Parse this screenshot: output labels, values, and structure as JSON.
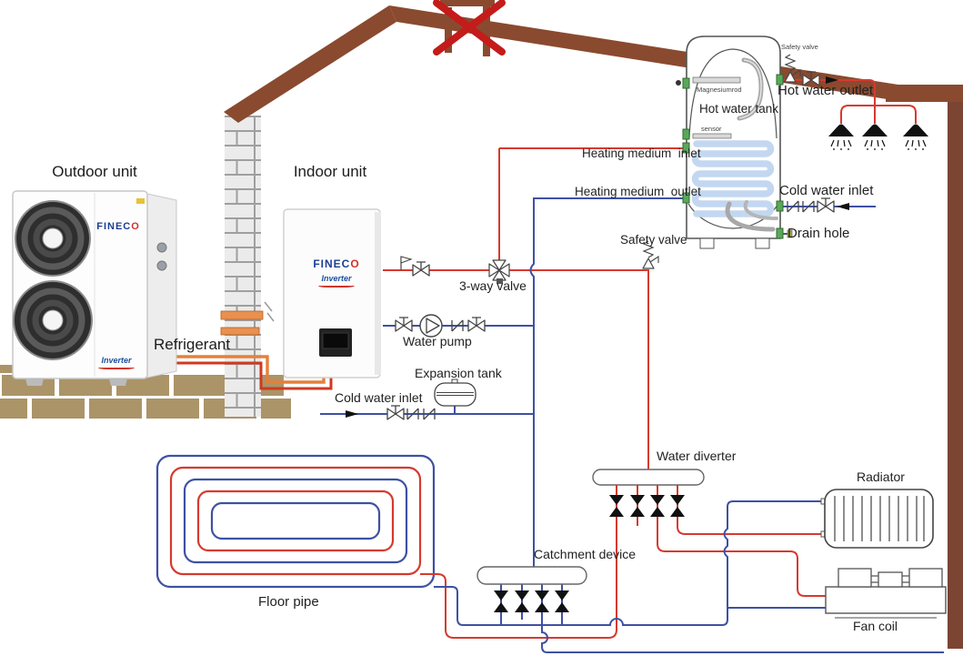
{
  "labels": {
    "outdoor_unit": "Outdoor unit",
    "indoor_unit": "Indoor unit",
    "refrigerant": "Refrigerant",
    "hot_water_tank": "Hot water tank",
    "magnesium_rod": "Magnesiumrod",
    "sensor": "sensor",
    "safety_valve_top": "Safety valve",
    "hot_water_outlet": "Hot water outlet",
    "cold_water_inlet_tank": "Cold water inlet",
    "drain_hole": "Drain hole",
    "heating_medium_inlet": "Heating medium  inlet",
    "heating_medium_outlet": "Heating medium  outlet",
    "safety_valve_mid": "Safety valve",
    "three_way_valve": "3-way valve",
    "water_pump": "Water pump",
    "expansion_tank": "Expansion tank",
    "cold_water_inlet_main": "Cold water inlet",
    "water_diverter": "Water diverter",
    "catchment_device": "Catchment device",
    "radiator": "Radiator",
    "fan_coil": "Fan coil",
    "floor_pipe": "Floor pipe"
  },
  "brand": {
    "name_prefix": "FINEC",
    "name_o": "O",
    "inverter": "Inverter"
  },
  "colors": {
    "hot_pipe": "#d63a2f",
    "cold_pipe": "#3e51a3",
    "refrigerant_outer": "#e5803a",
    "refrigerant_inner": "#cf3a1f",
    "roof_brown": "#8a4a2f",
    "wall_brown": "#7c4433",
    "coil_blue": "#c3d7f1",
    "ground_brick": "#ab9468",
    "x_mark": "#c41b1b"
  }
}
